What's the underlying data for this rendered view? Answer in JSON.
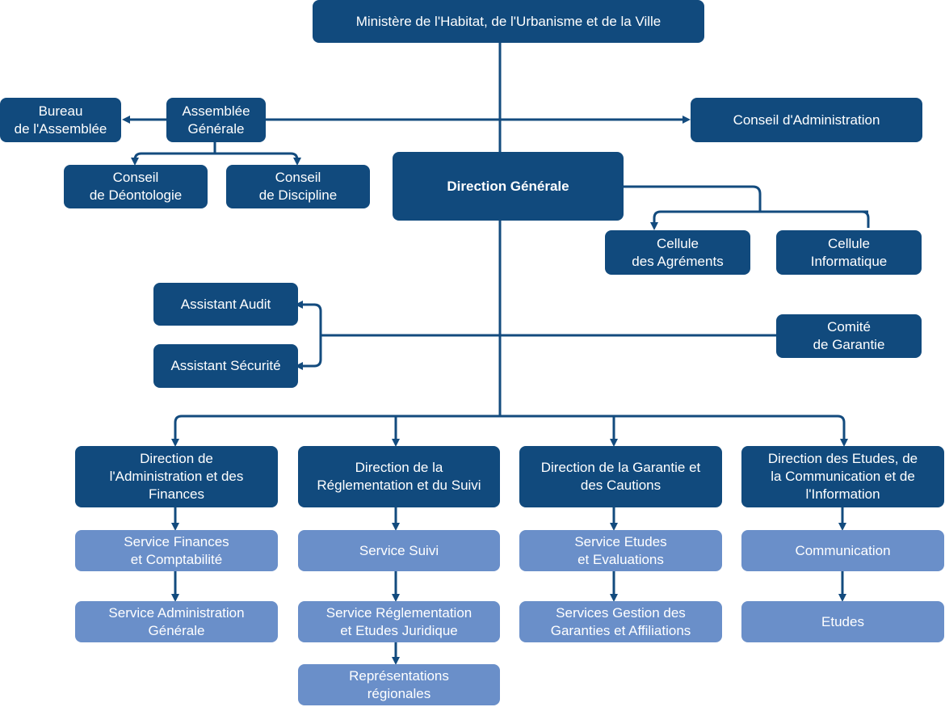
{
  "nodes": {
    "ministere": "Ministère de l'Habitat, de l'Urbanisme et de la Ville",
    "assemblee": "Assemblée\nGénérale",
    "bureau": "Bureau\nde l'Assemblée",
    "conseil_admin": "Conseil d'Administration",
    "conseil_deontologie": "Conseil\nde Déontologie",
    "conseil_discipline": "Conseil\nde Discipline",
    "direction_generale": "Direction Générale",
    "cellule_agrements": "Cellule\ndes Agréments",
    "cellule_informatique": "Cellule\nInformatique",
    "assistant_audit": "Assistant Audit",
    "assistant_securite": "Assistant Sécurité",
    "comite_garantie": "Comité\nde Garantie",
    "dir_admin_finances": "Direction de\nl'Administration et des\nFinances",
    "dir_reglementation": "Direction de la\nRéglementation et du Suivi",
    "dir_garantie": "Direction de la Garantie et\ndes Cautions",
    "dir_etudes": "Direction des Etudes, de\nla Communication et de\nl'Information",
    "svc_finances": "Service Finances\net Comptabilité",
    "svc_admin_generale": "Service Administration\nGénérale",
    "svc_suivi": "Service Suivi",
    "svc_reglementation": "Service Réglementation\net Etudes Juridique",
    "representations": "Représentations\nrégionales",
    "svc_etudes_eval": "Service Etudes\net Evaluations",
    "svc_gestion_garanties": "Services Gestion des\nGaranties et Affiliations",
    "communication": "Communication",
    "etudes": "Etudes"
  },
  "colors": {
    "dark_box": "#114a7d",
    "light_box": "#6a8fc9",
    "connector": "#134b7e"
  }
}
